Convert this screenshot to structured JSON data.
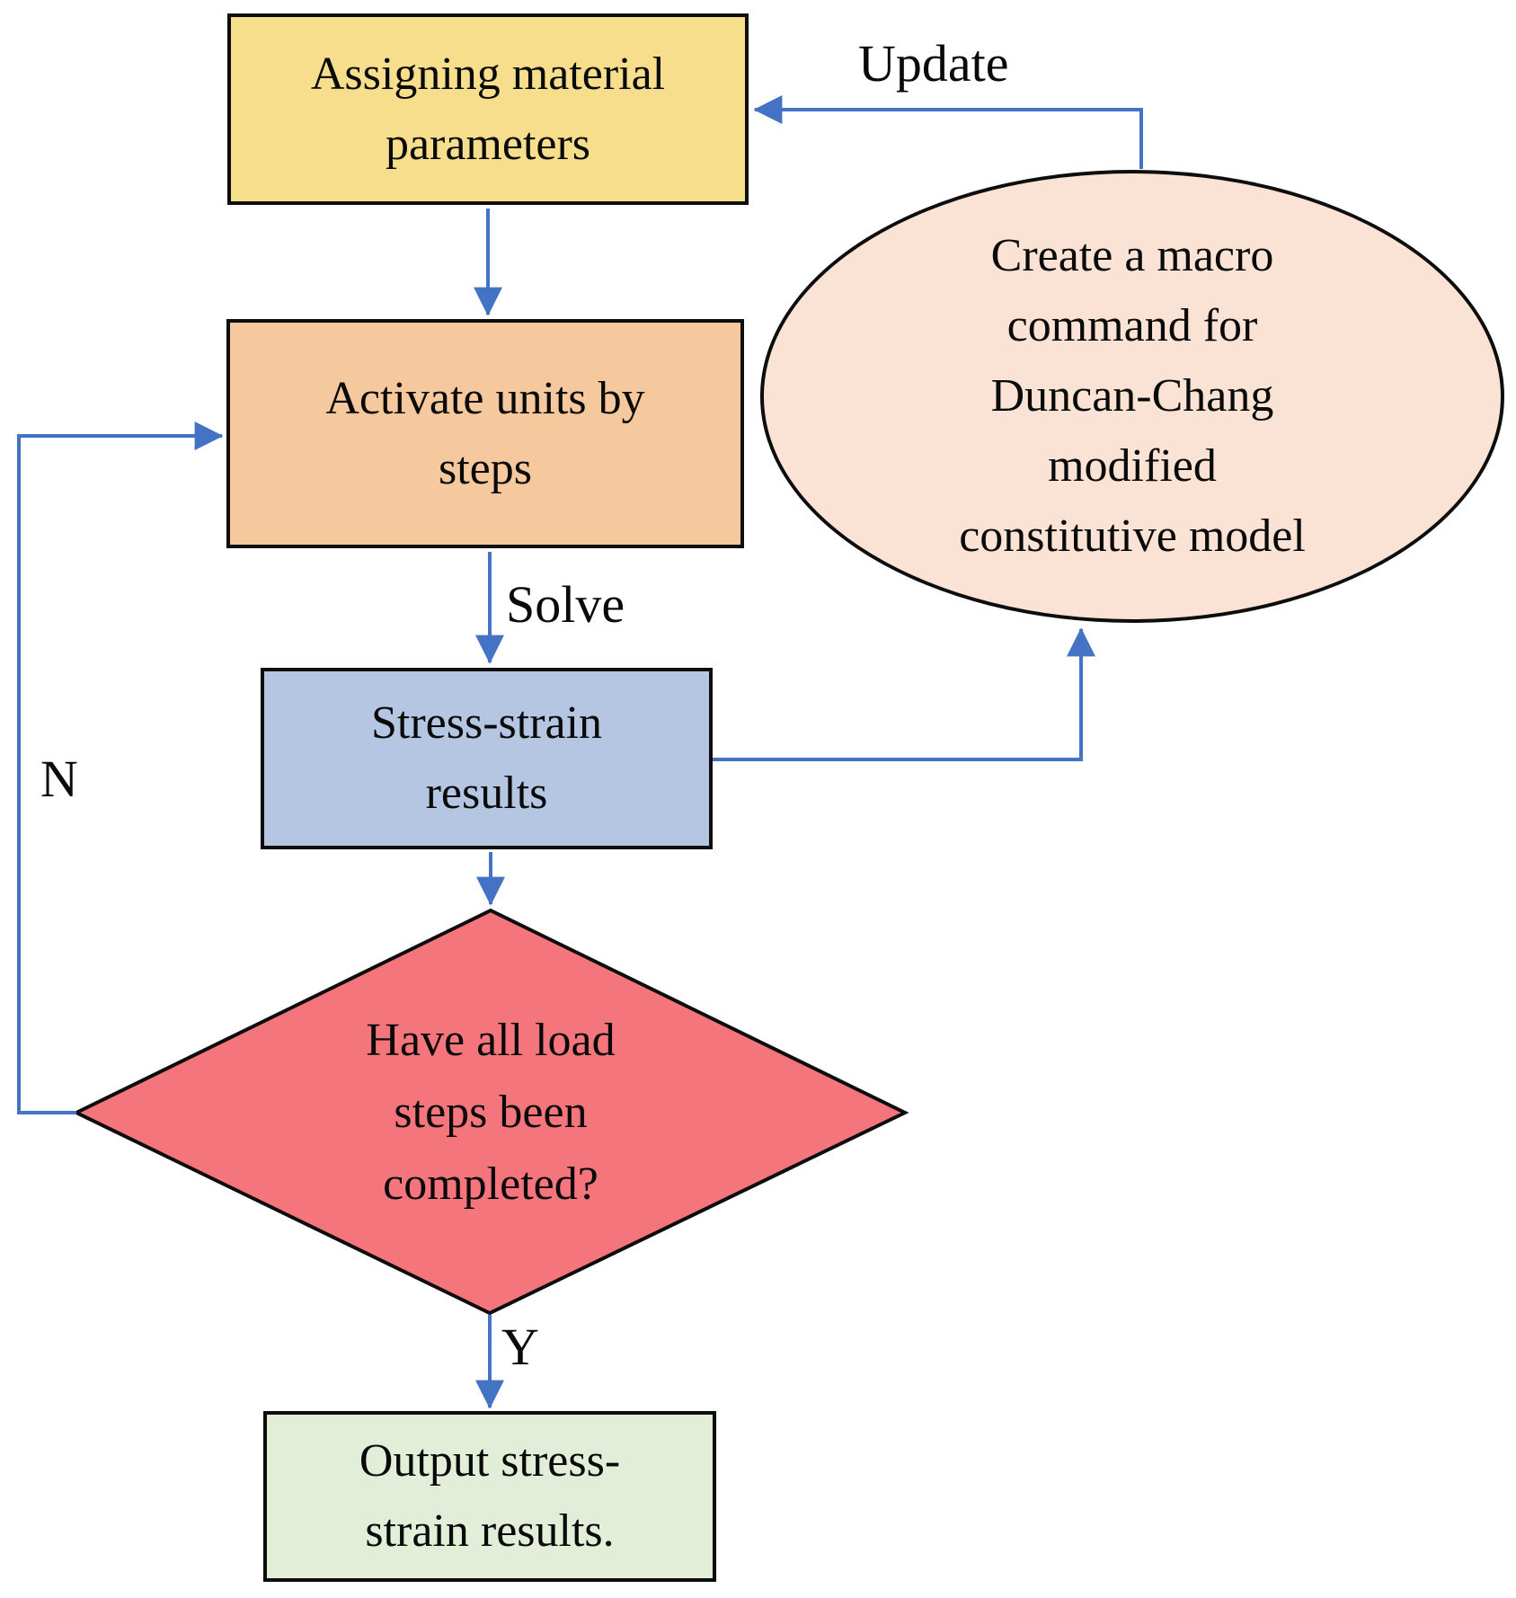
{
  "diagram": {
    "type": "flowchart",
    "nodes": [
      {
        "id": "assign",
        "shape": "rectangle",
        "label": "Assigning material\nparameters",
        "fill": "#F7DE8D"
      },
      {
        "id": "activate",
        "shape": "rectangle",
        "label": "Activate units by\nsteps",
        "fill": "#F5C89E"
      },
      {
        "id": "stress",
        "shape": "rectangle",
        "label": "Stress-strain\nresults",
        "fill": "#B4C6E2"
      },
      {
        "id": "decision",
        "shape": "diamond",
        "label": "Have all load\nsteps been\ncompleted?",
        "fill": "#F4767C"
      },
      {
        "id": "output",
        "shape": "rectangle",
        "label": "Output stress-\nstrain results.",
        "fill": "#E2EED8"
      },
      {
        "id": "macro",
        "shape": "ellipse",
        "label": "Create a macro\ncommand for\nDuncan-Chang\nmodified\nconstitutive model",
        "fill": "#FAE3D4"
      }
    ],
    "edges": [
      {
        "from": "assign",
        "to": "activate",
        "label": ""
      },
      {
        "from": "activate",
        "to": "stress",
        "label": "Solve"
      },
      {
        "from": "stress",
        "to": "decision",
        "label": ""
      },
      {
        "from": "stress",
        "to": "macro",
        "label": ""
      },
      {
        "from": "macro",
        "to": "assign",
        "label": "Update"
      },
      {
        "from": "decision",
        "to": "output",
        "label": "Y"
      },
      {
        "from": "decision",
        "to": "activate",
        "label": "N"
      }
    ],
    "colors": {
      "arrow": "#4472C4",
      "border": "#0D0D0D",
      "background": "#FFFFFF"
    }
  }
}
